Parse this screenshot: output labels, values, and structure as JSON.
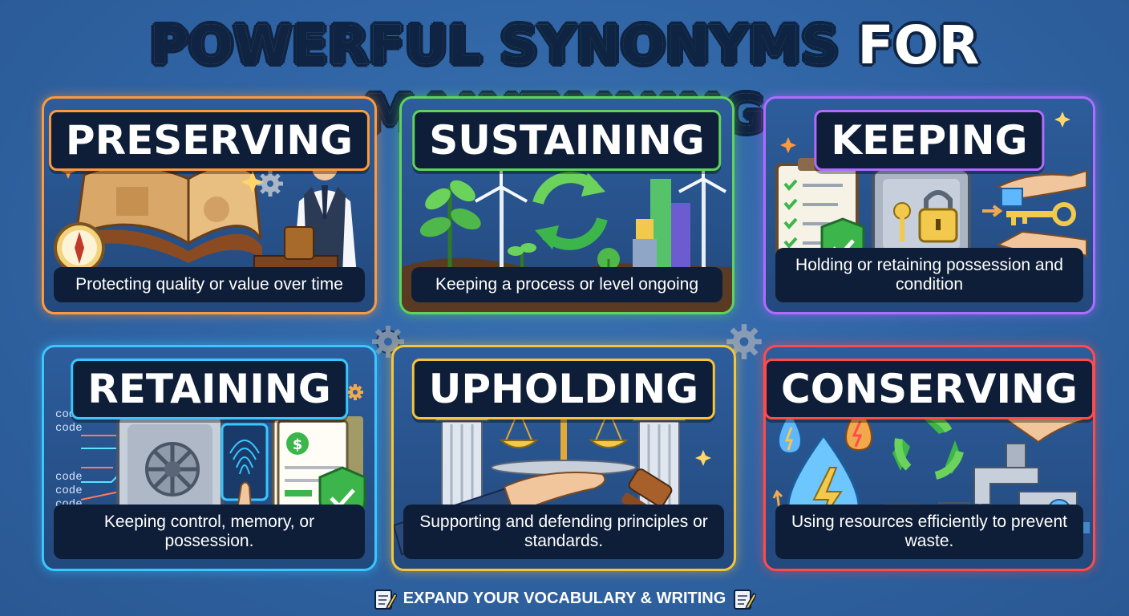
{
  "title": {
    "part1": "POWERFUL",
    "part2": "SYNONYMS",
    "part3": "FOR",
    "part4": "MAINTAINING"
  },
  "cards": [
    {
      "word": "PRESERVING",
      "caption": "Protecting quality or value over time",
      "accent": "#ff9a3c",
      "icon": "open-book-icon"
    },
    {
      "word": "SUSTAINING",
      "caption": "Keeping a process or level ongoing",
      "accent": "#5fd35b",
      "icon": "recycle-arrows-icon"
    },
    {
      "word": "KEEPING",
      "caption": "Holding or retaining possession and condition",
      "accent": "#b06bff",
      "icon": "safe-lock-icon"
    },
    {
      "word": "RETAINING",
      "caption": "Keeping control, memory, or possession.",
      "accent": "#38c8ff",
      "icon": "vault-fingerprint-icon"
    },
    {
      "word": "UPHOLDING",
      "caption": "Supporting and defending principles or standards.",
      "accent": "#f6c53a",
      "icon": "scales-gavel-icon"
    },
    {
      "word": "CONSERVING",
      "caption": "Using resources efficiently to prevent waste.",
      "accent": "#ff4b4b",
      "icon": "water-drop-icon"
    }
  ],
  "code_lines": [
    "code>",
    "code",
    "code",
    "code",
    "code"
  ],
  "footer": {
    "text": "EXPAND YOUR VOCABULARY & WRITING",
    "icon": "notepad-pencil-icon"
  }
}
